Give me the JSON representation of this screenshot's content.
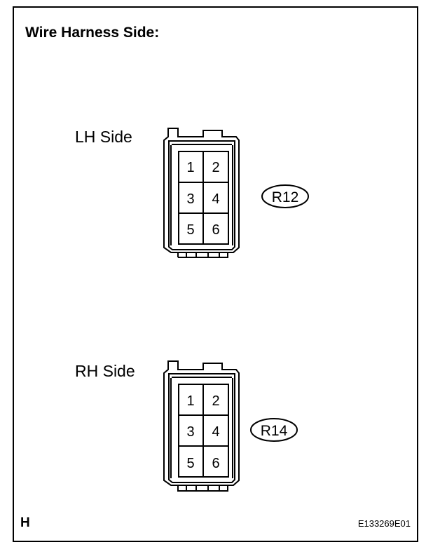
{
  "title": "Wire Harness Side:",
  "connectors": [
    {
      "side_label": "LH Side",
      "code": "R12",
      "pins": [
        "1",
        "2",
        "3",
        "4",
        "5",
        "6"
      ]
    },
    {
      "side_label": "RH Side",
      "code": "R14",
      "pins": [
        "1",
        "2",
        "3",
        "4",
        "5",
        "6"
      ]
    }
  ],
  "footer": {
    "left": "H",
    "right": "E133269E01"
  },
  "colors": {
    "line": "#000000",
    "background": "#ffffff"
  }
}
